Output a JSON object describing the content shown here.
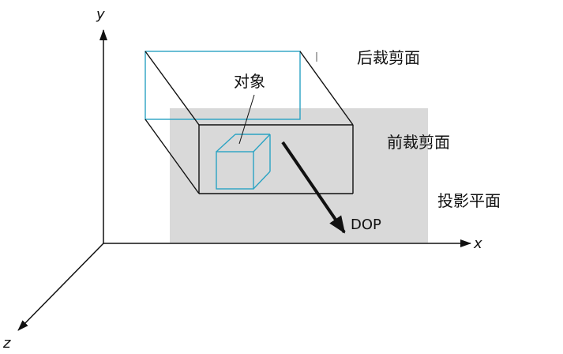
{
  "labels": {
    "back_clip": "后裁剪面",
    "object": "对象",
    "front_clip": "前裁剪面",
    "projection_plane": "投影平面",
    "dop": "DOP"
  },
  "axes": {
    "x": "x",
    "y": "y",
    "z": "z"
  },
  "colors": {
    "plane_fill": "#d9d9d9",
    "cyan": "#2aa3c3",
    "black": "#111111"
  }
}
